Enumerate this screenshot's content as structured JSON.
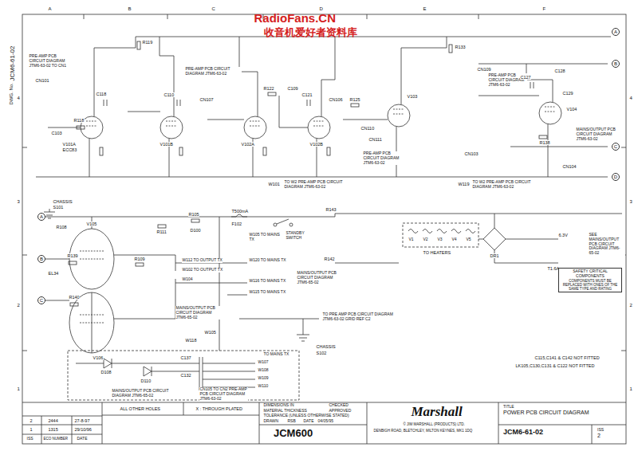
{
  "diagram": {
    "nodes": [
      {
        "text": [
          "TITLE",
          "POWER PCB CIRCUIT DIAGRAM"
        ]
      },
      {
        "text": [
          "JCM6-61-02"
        ]
      },
      {
        "text": [
          "ISS",
          "2"
        ]
      },
      {
        "text": [
          "JCM600"
        ]
      },
      {
        "text": [
          "SAFETY CRITICAL COMPONENTS",
          "COMPONENTS MUST BE REPLACED WITH ONES OF THE SAME TYPE AND RATING"
        ]
      },
      {
        "text": [
          "A"
        ]
      },
      {
        "text": [
          "B"
        ]
      },
      {
        "text": [
          "C"
        ]
      },
      {
        "text": [
          "D"
        ]
      },
      {
        "text": [
          "A"
        ]
      },
      {
        "text": [
          "B"
        ]
      },
      {
        "text": [
          "C"
        ]
      }
    ],
    "labels": [
      "RadioFans.CN",
      "收音机爱好者资料库",
      "DWG. No.",
      "JCM6-61-02",
      "A",
      "B",
      "C",
      "D",
      "E",
      "F",
      "4",
      "3",
      "2",
      "1",
      "4",
      "3",
      "2",
      "1",
      "R119",
      "C118",
      "R118",
      "C103",
      "V101A",
      "ECC83",
      "CN101",
      "PRE-AMP PCB CIRCUIT DIAGRAM JTM6-63-02 TO CN1",
      "C110",
      "V101B",
      "CN107",
      "PRE-AMP PCB CIRCUIT DIAGRAM JTM6-63-02",
      "R122",
      "C109",
      "C121",
      "V102A",
      "V102B",
      "CN106",
      "R125",
      "V103",
      "CN110",
      "CN111",
      "PRE-AMP PCB CIRCUIT DIAGRAM JTM6-63-02",
      "R133",
      "CN109",
      "PRE-AMP PCB CIRCUIT DIAGRAM JTM6-63-02",
      "C127",
      "C128",
      "C129",
      "V104",
      "R138",
      "CN103",
      "CN104",
      "MAINS/OUTPUT PCB CIRCUIT DIAGRAM JTM6-63-02",
      "W101",
      "TO W2 PRE-AMP PCB CIRCUIT DIAGRAM JTM6-63-02",
      "W119",
      "TO W2 PRE-AMP PCB CIRCUIT DIAGRAM JTM6-63-02",
      "CHASSIS",
      "S101",
      "R108",
      "R111",
      "R105",
      "D100",
      "T500mA",
      "F102",
      "W105 TO MAINS TX",
      "STANDBY SWITCH",
      "R143",
      "R142",
      "V1",
      "V2",
      "V3",
      "V4",
      "V5",
      "TO HEATERS",
      "DR1",
      "6.3V",
      "SEE MAINS/OUTPUT PCB CIRCUIT DIAGRAM JTM6-65-02",
      "T1.6A",
      "V105",
      "EL34",
      "R139",
      "R109",
      "V106",
      "R140",
      "W112 TO OUTPUT TX",
      "W102 TO OUTPUT TX",
      "W104",
      "W120 TO MAINS TX",
      "W116 TO MAINS TX",
      "W115 TO MAINS TX",
      "MAINS/OUTPUT PCB CIRCUIT DIAGRAM JTM6-65-02",
      "MAINS/OUTPUT PCB CIRCUIT DIAGRAM JTM6-65-02",
      "W105",
      "W118",
      "TO PRE AMP PCB CIRCUIT DIAGRAM JTM6-63-02 GRID REF C2",
      "CHASSIS",
      "S102",
      "C115,C141 & C142 NOT FITTED",
      "LK105,C130,C131 & C122 NOT FITTED",
      "D108",
      "D110",
      "C137",
      "C132",
      "TO MAINS TX",
      "W107",
      "W108",
      "W109",
      "W110",
      "MAINS/OUTPUT PCB CIRCUIT DIAGRAM JTM6-65-02",
      "CN105 TO CN2 PRE-AMP PCB CIRCUIT DIAGRAM JTM6-63-02",
      "ALL OTHER HOLES",
      "X : THROUGH PLATED",
      "2",
      "2444",
      "27-8-97",
      "1",
      "1315",
      "29/10/96",
      "ISS",
      "ECO NUMBER",
      "DATE",
      "DIMENSIONS IN",
      "MATERIAL THICKNESS",
      "TOLERANCE (UNLESS OTHERWISE STATED)",
      "DRAWN",
      "RSB",
      "DATE",
      "04/05/95",
      "CHECKED",
      "APPROVED",
      "Marshall",
      "© JIM MARSHALL (PRODUCTS) LTD.",
      "DENBIGH ROAD, BLETCHLEY, MILTON KEYNES, MK1 1DQ"
    ]
  }
}
